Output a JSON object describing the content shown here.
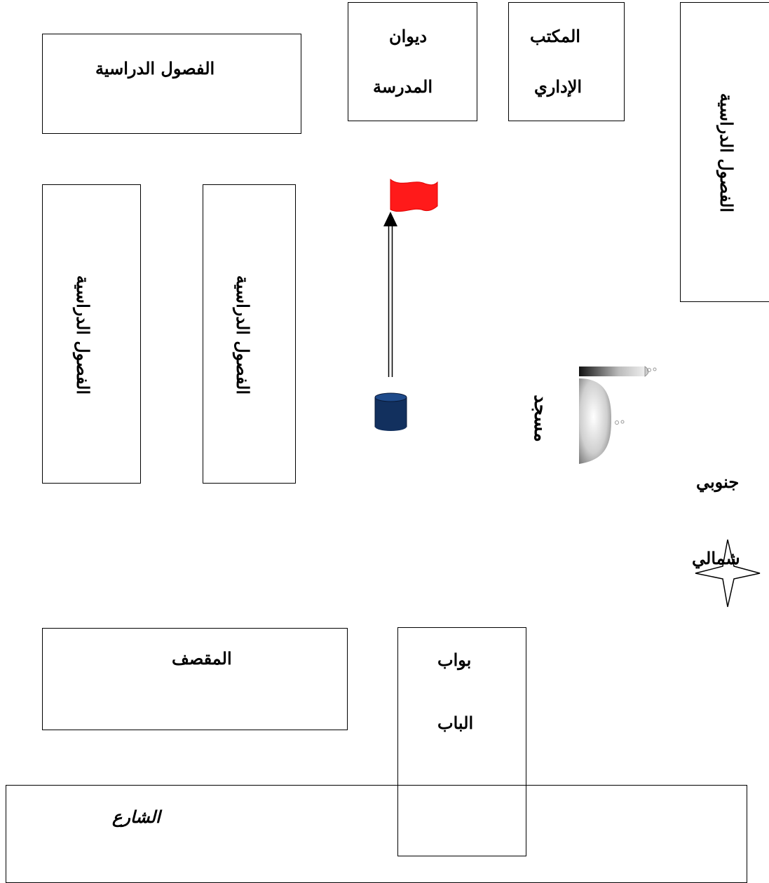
{
  "labels": {
    "top_left_classrooms": "الفصول الدراسية",
    "diwan_line1": "ديوان",
    "diwan_line2": "المدرسة",
    "office_line1": "المكتب",
    "office_line2": "الإداري",
    "right_classrooms": "الفصول الدراسية",
    "left_classrooms_1": "الفصول الدراسية",
    "left_classrooms_2": "الفصول الدراسية",
    "mosque": "مسجد",
    "south": "جنوبي",
    "north": "شمالي",
    "cafeteria": "المقصف",
    "gatekeeper": "بواب",
    "gate": "الباب",
    "street": "الشارع"
  },
  "colors": {
    "flag": "#ff1a1a",
    "flag_base": "#12305e",
    "outline": "#000000"
  },
  "icons": [
    "flag-icon",
    "mosque-icon",
    "compass-star-icon"
  ]
}
